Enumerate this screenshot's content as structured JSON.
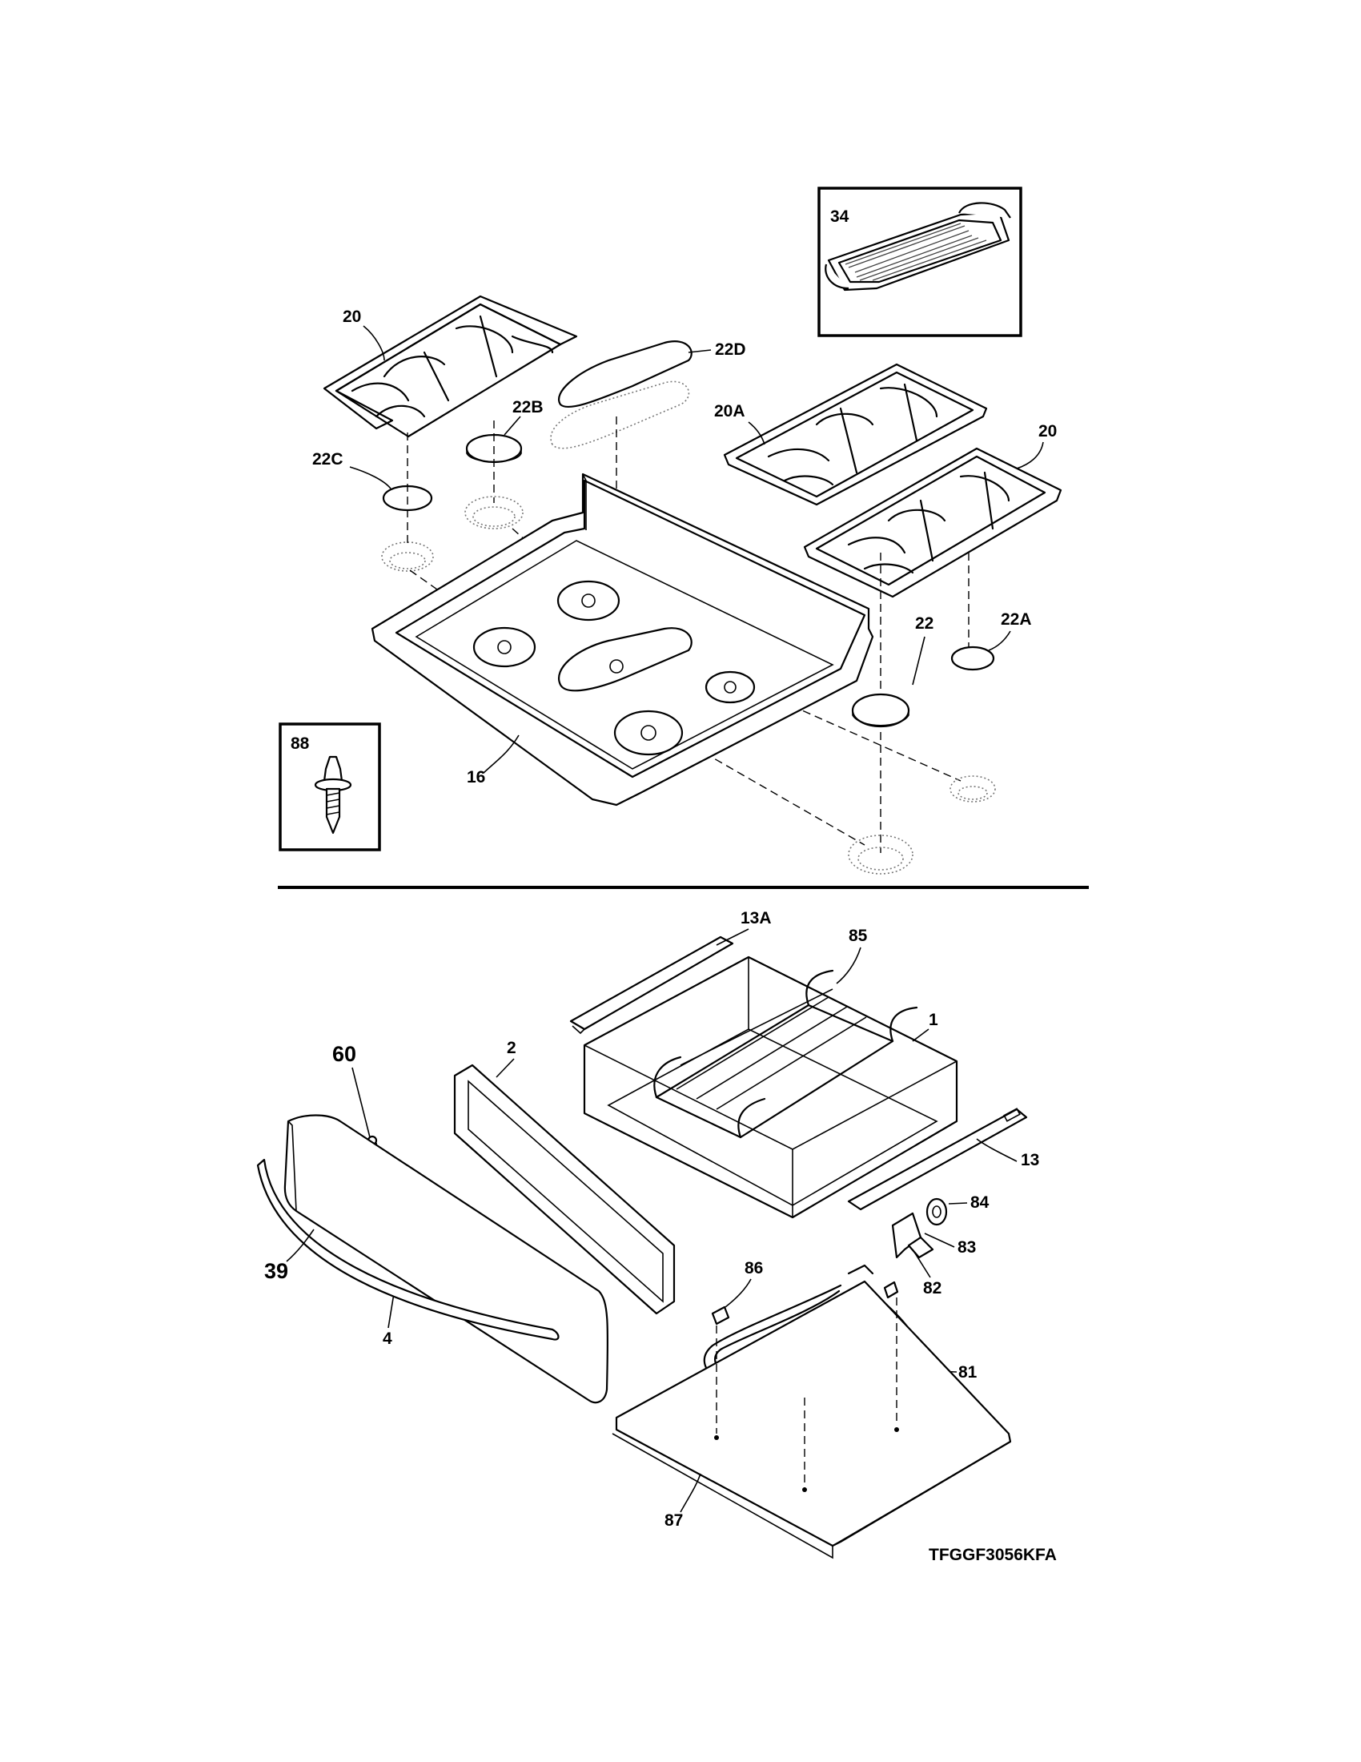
{
  "model_code": "TFGGF3056KFA",
  "callouts": {
    "p20_left": "20",
    "p22d": "22D",
    "p22b": "22B",
    "p22c": "22C",
    "p20a": "20A",
    "p20_right": "20",
    "p34": "34",
    "p22": "22",
    "p22a": "22A",
    "p16": "16",
    "p88": "88",
    "p13a": "13A",
    "p85": "85",
    "p1": "1",
    "p2": "2",
    "p60": "60",
    "p13": "13",
    "p84": "84",
    "p83": "83",
    "p82": "82",
    "p39": "39",
    "p4": "4",
    "p86": "86",
    "p81": "81",
    "p87": "87"
  }
}
